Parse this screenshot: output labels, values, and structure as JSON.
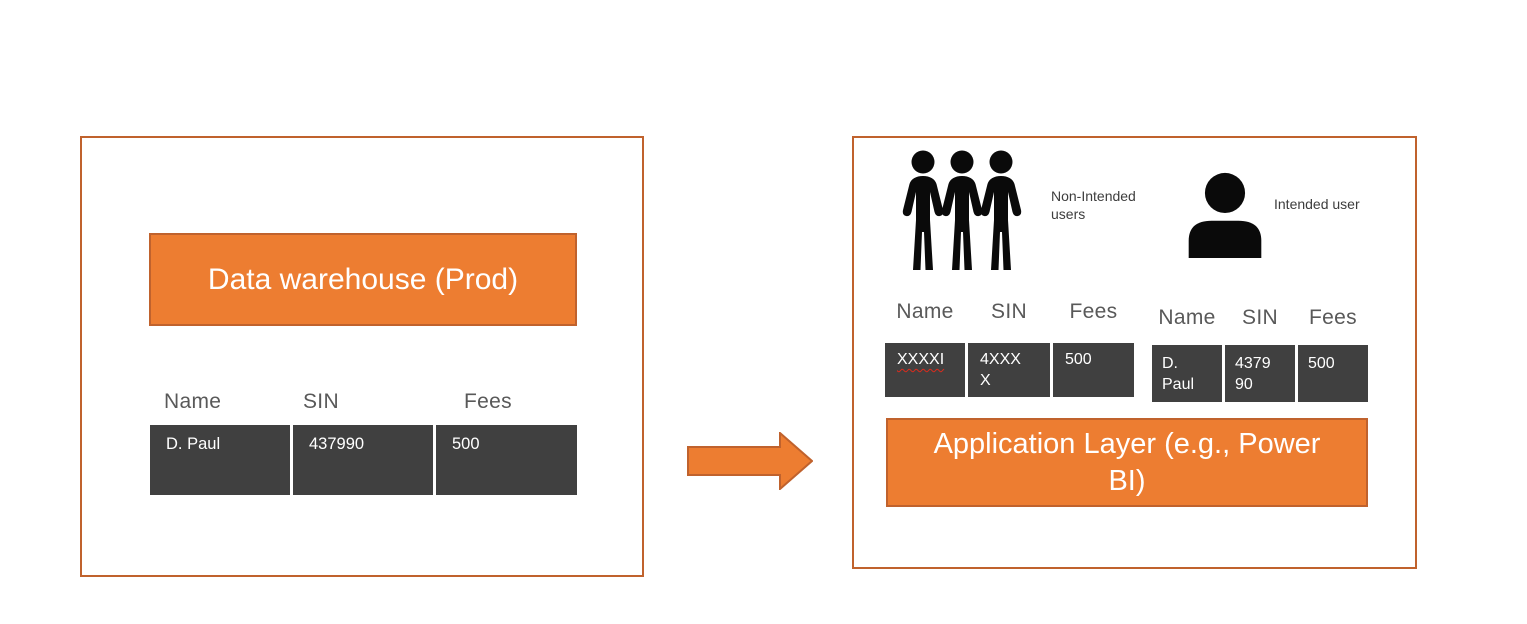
{
  "colors": {
    "accent_orange": "#ED7D31",
    "accent_orange_border": "#C0622D",
    "table_cell_bg": "#404040",
    "table_header_text": "#595959",
    "label_text": "#3D3D3D",
    "cell_value_text": "#FFFFFF",
    "icon_black": "#0A0A0A",
    "spellcheck_red": "#DD2B1C"
  },
  "icons": {
    "non_intended": "three-people-icon",
    "intended": "person-bust-icon",
    "flow": "right-arrow-icon"
  },
  "left_panel": {
    "title": "Data warehouse (Prod)",
    "table": {
      "headers": [
        "Name",
        "SIN",
        "Fees"
      ],
      "row": {
        "name": "D. Paul",
        "sin": "437990",
        "fees": "500"
      }
    }
  },
  "right_panel": {
    "non_intended_users_label": "Non-Intended users",
    "intended_user_label": "Intended user",
    "non_intended_table": {
      "headers": [
        "Name",
        "SIN",
        "Fees"
      ],
      "row": {
        "name": "XXXXI",
        "sin": "4XXX\nX",
        "fees": "500"
      }
    },
    "intended_table": {
      "headers": [
        "Name",
        "SIN",
        "Fees"
      ],
      "row": {
        "name": "D.\nPaul",
        "sin": "4379\n90",
        "fees": "500"
      }
    },
    "app_layer_title": "Application Layer (e.g., Power BI)"
  }
}
